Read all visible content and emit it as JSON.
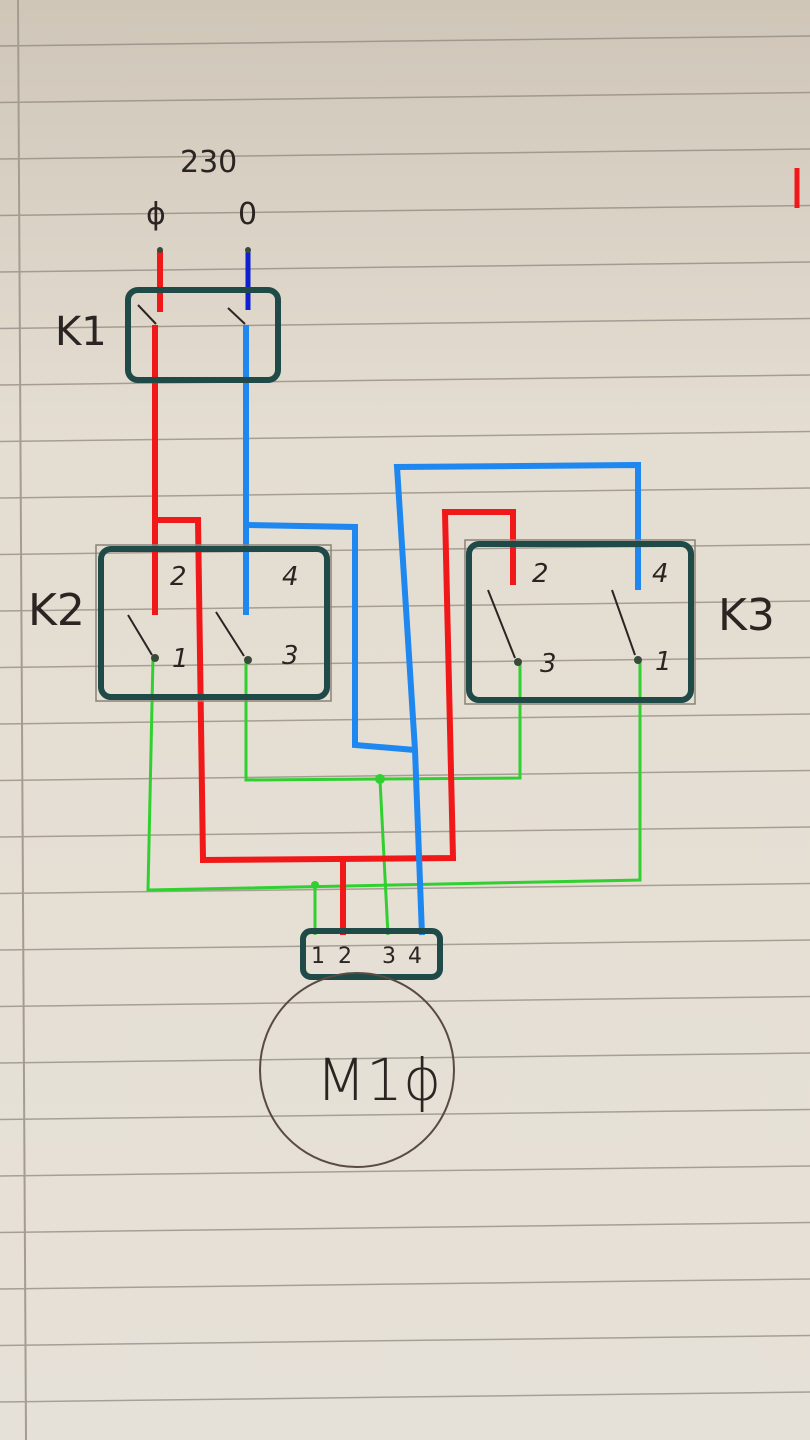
{
  "supply": {
    "voltage": "230",
    "phase": "ɸ",
    "neutral": "0"
  },
  "components": {
    "k1": {
      "label": "K1"
    },
    "k2": {
      "label": "K2",
      "terminals": [
        "2",
        "4",
        "1",
        "3"
      ]
    },
    "k3": {
      "label": "K3",
      "terminals": [
        "2",
        "4",
        "3",
        "1"
      ]
    },
    "motor": {
      "label": "M1ɸ",
      "terminals": [
        "1",
        "2",
        "3",
        "4"
      ]
    }
  },
  "colors": {
    "phase": "#f01818",
    "neutral_dark": "#1020d0",
    "neutral": "#1e88f0",
    "link": "#30d030",
    "box": "#1f4a48",
    "paper": "#e4ddd1"
  }
}
